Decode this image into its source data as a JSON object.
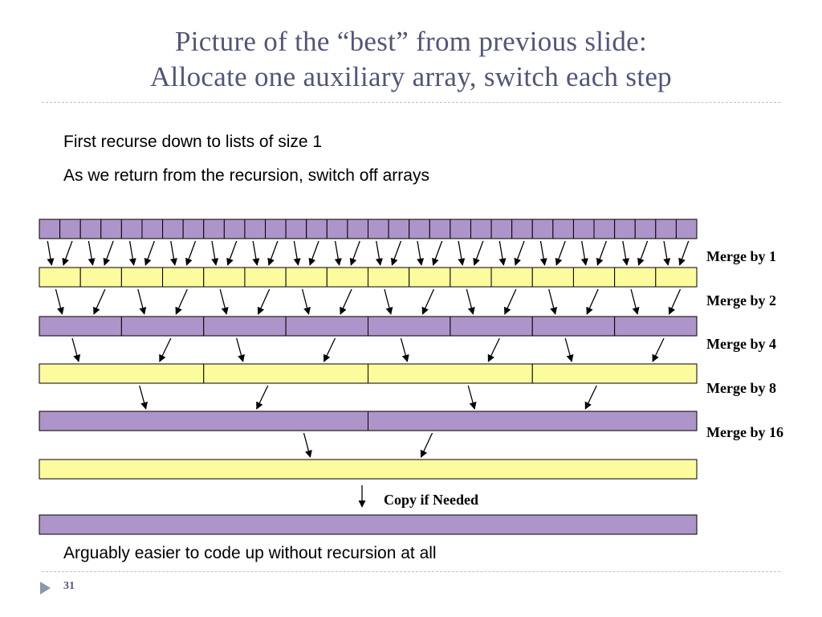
{
  "title": {
    "line1": "Picture of the “best” from previous slide:",
    "line2": "Allocate one auxiliary array, switch each step"
  },
  "bullets": [
    "First recurse down to lists of size 1",
    "As we return from the recursion, switch off arrays"
  ],
  "footer_text": "Arguably easier to code up without recursion at all",
  "page_number": "31",
  "diagram": {
    "colors": {
      "purple": "#ad95c9",
      "yellow": "#fcfc9f",
      "border": "#000000"
    },
    "rows": [
      {
        "segments": 32,
        "color": "purple"
      },
      {
        "segments": 16,
        "color": "yellow"
      },
      {
        "segments": 8,
        "color": "purple"
      },
      {
        "segments": 4,
        "color": "yellow"
      },
      {
        "segments": 2,
        "color": "purple"
      },
      {
        "segments": 1,
        "color": "yellow"
      },
      {
        "segments": 1,
        "color": "purple"
      }
    ],
    "merge_labels": [
      "Merge by 1",
      "Merge by 2",
      "Merge by 4",
      "Merge by 8",
      "Merge by 16"
    ],
    "copy_label": "Copy if Needed"
  }
}
